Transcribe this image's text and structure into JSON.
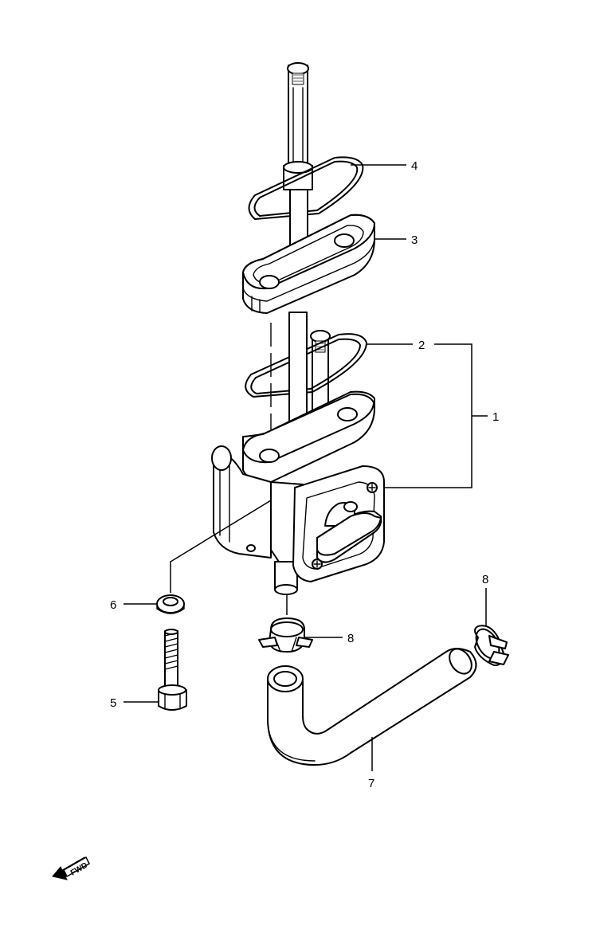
{
  "callouts": {
    "c1": "1",
    "c2": "2",
    "c3": "3",
    "c4": "4",
    "c5": "5",
    "c6": "6",
    "c7": "7",
    "c8a": "8",
    "c8b": "8"
  },
  "fwd_label": "FWD",
  "icons": [
    "fwd-arrow-icon"
  ]
}
